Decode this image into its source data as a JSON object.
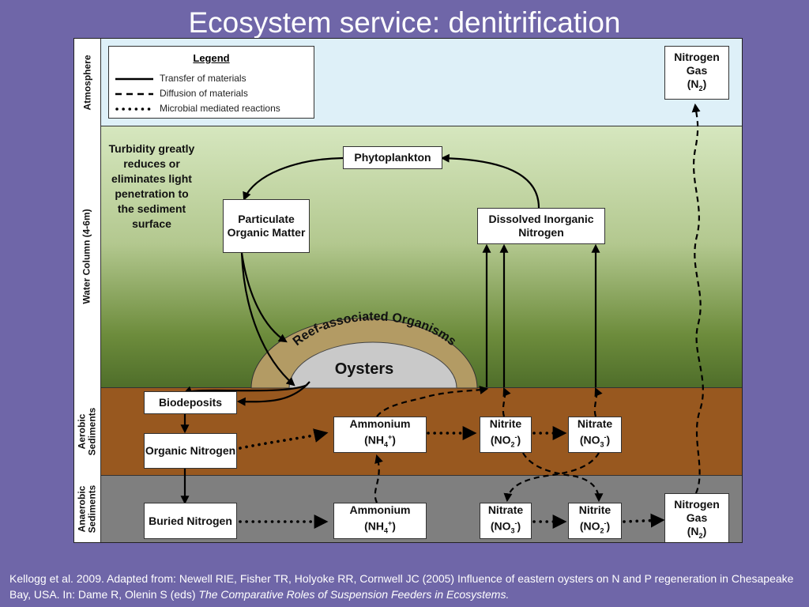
{
  "title": "Ecosystem service: denitrification",
  "bands": {
    "atmosphere": "Atmosphere",
    "water_column": "Water Column (4-6m)",
    "aerobic": "Aerobic\nSediments",
    "anaerobic": "Anaerobic\nSediments"
  },
  "legend": {
    "title": "Legend",
    "solid": "Transfer of materials",
    "dashed": "Diffusion of materials",
    "dotted": "Microbial mediated reactions"
  },
  "turbidity_note": "Turbidity greatly reduces or eliminates light penetration to the sediment surface",
  "reef": {
    "arc_label": "Reef-associated Organisms",
    "oysters": "Oysters"
  },
  "boxes": {
    "nitrogen_gas_top": {
      "line1": "Nitrogen",
      "line2": "Gas",
      "formula": "(N",
      "sub": "2",
      "close": ")"
    },
    "phytoplankton": "Phytoplankton",
    "particulate": "Particulate Organic Matter",
    "din": "Dissolved Inorganic Nitrogen",
    "biodeposits": "Biodeposits",
    "organic_nitrogen": "Organic Nitrogen",
    "ammonium_aer": {
      "name": "Ammonium",
      "formula": "(NH",
      "sub": "4",
      "sup": "+",
      "close": ")"
    },
    "nitrite_aer": {
      "name": "Nitrite",
      "formula": "(NO",
      "sub": "2",
      "sup": "-",
      "close": ")"
    },
    "nitrate_aer": {
      "name": "Nitrate",
      "formula": "(NO",
      "sub": "3",
      "sup": "-",
      "close": ")"
    },
    "buried_nitrogen": "Buried Nitrogen",
    "ammonium_ana": {
      "name": "Ammonium",
      "formula": "(NH",
      "sub": "4",
      "sup": "+",
      "close": ")"
    },
    "nitrate_ana": {
      "name": "Nitrate",
      "formula": "(NO",
      "sub": "3",
      "sup": "-",
      "close": ")"
    },
    "nitrite_ana": {
      "name": "Nitrite",
      "formula": "(NO",
      "sub": "2",
      "sup": "-",
      "close": ")"
    },
    "nitrogen_gas_bottom": {
      "line1": "Nitrogen",
      "line2": "Gas",
      "formula": "(N",
      "sub": "2",
      "close": ")"
    }
  },
  "citation": {
    "text": "Kellogg et al. 2009.  Adapted from: Newell RIE, Fisher TR, Holyoke RR, Cornwell JC (2005) Influence of eastern oysters on N and P regeneration in Chesapeake Bay, USA. In: Dame R, Olenin S (eds) ",
    "italic": "The Comparative Roles of Suspension Feeders in Ecosystems."
  }
}
